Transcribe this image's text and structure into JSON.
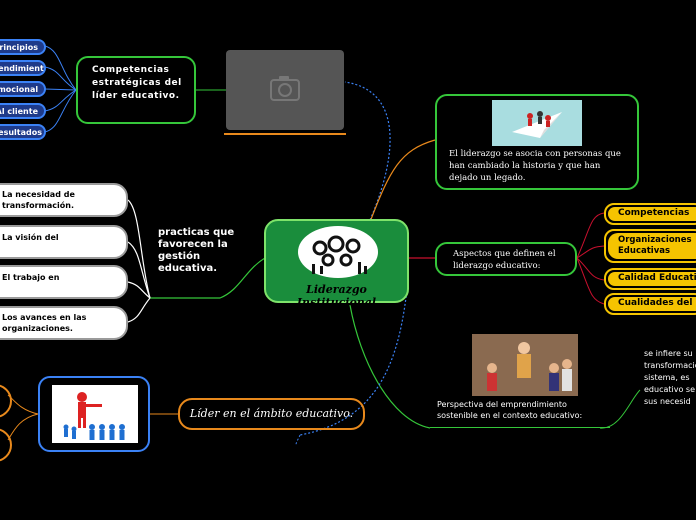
{
  "center": {
    "label": "Liderazgo Institucional"
  },
  "competencias": {
    "title": "Competencias estratégicas del líder educativo.",
    "items": [
      "Principios",
      "Rendimiento",
      "Emocional",
      "Al cliente",
      "Resultados"
    ]
  },
  "practicas": {
    "title": "practicas que favorecen la gestión educativa.",
    "items": [
      "La necesidad de transformación.",
      "La visión del",
      "El trabajo en",
      "Los avances en las organizaciones."
    ]
  },
  "lider_ambito": {
    "label": "Líder en el ámbito educativo."
  },
  "historia": {
    "text": "El liderazgo se asocia con personas que han cambiado la historia y que han dejado un legado."
  },
  "aspectos": {
    "label": "Aspectos que definen el liderazgo educativo:",
    "items": [
      "Competencias",
      "Organizaciones Educativas",
      "Calidad Educativa",
      "Cualidades del"
    ]
  },
  "perspectiva": {
    "label": "Perspectiva del emprendimiento sostenible en el contexto educativo:",
    "note": "se infiere su transformación sistema, es educativo se sus necesid"
  },
  "colors": {
    "green": "#35c63a",
    "orange": "#e8891c",
    "blue": "#3b82f6",
    "yellow": "#f5c400",
    "maroon": "#8b1a2b"
  }
}
